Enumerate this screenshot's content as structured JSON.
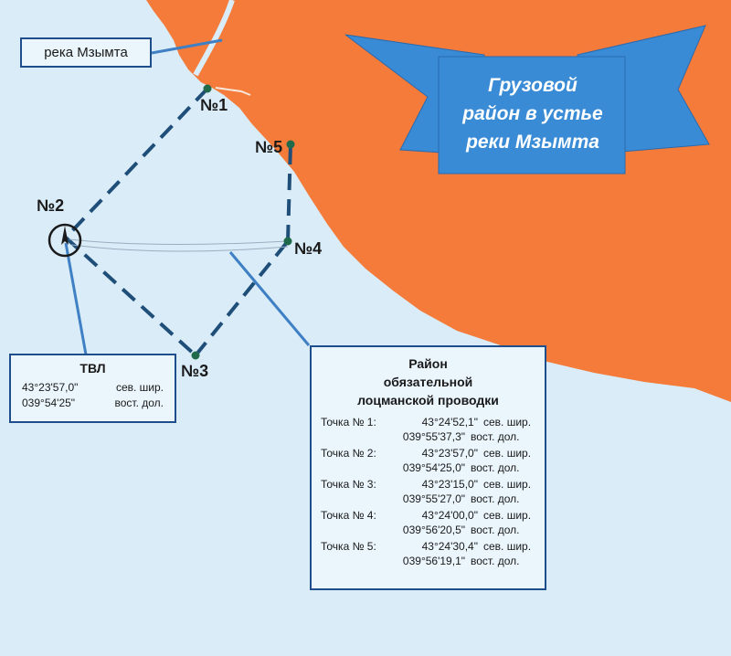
{
  "banner": {
    "lines": [
      "Грузовой",
      "район в устье",
      "реки Мзымта"
    ]
  },
  "river_label": "река Мзымта",
  "points": {
    "p1": "№1",
    "p2": "№2",
    "p3": "№3",
    "p4": "№4",
    "p5": "№5"
  },
  "tvl": {
    "title": "ТВЛ",
    "lat_value": "43°23'57,0\"",
    "lat_unit": "сев. шир.",
    "lon_value": "039°54'25\"",
    "lon_unit": "вост. дол."
  },
  "pilot_zone": {
    "title_lines": [
      "Район",
      "обязательной",
      "лоцманской проводки"
    ],
    "lat_unit": "сев. шир.",
    "lon_unit": "вост. дол.",
    "entries": [
      {
        "name": "Точка № 1:",
        "lat": "43°24'52,1\"",
        "lon": "039°55'37,3\""
      },
      {
        "name": "Точка № 2:",
        "lat": "43°23'57,0\"",
        "lon": "039°54'25,0\""
      },
      {
        "name": "Точка № 3:",
        "lat": "43°23'15,0\"",
        "lon": "039°55'27,0\""
      },
      {
        "name": "Точка № 4:",
        "lat": "43°24'00,0\"",
        "lon": "039°56'20,5\""
      },
      {
        "name": "Точка № 5:",
        "lat": "43°24'30,4\"",
        "lon": "039°56'19,1\""
      }
    ]
  },
  "colors": {
    "sea": "#d9ecf8",
    "land": "#f47b3a",
    "banner": "#3a8bd6",
    "route": "#1f4e79",
    "leader": "#3f7fc4"
  }
}
